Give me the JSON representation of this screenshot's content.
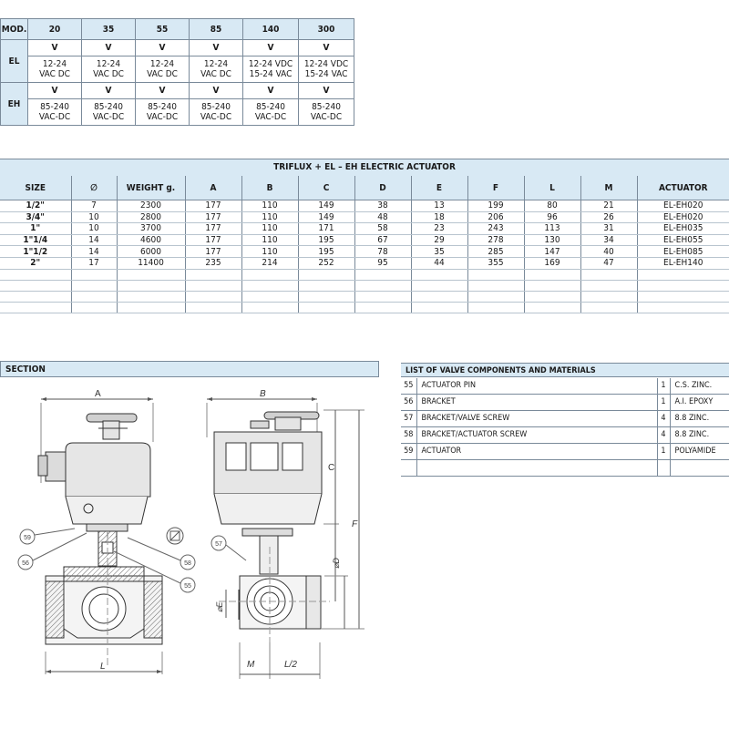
{
  "model_table": {
    "header_label": "MOD.",
    "models": [
      "20",
      "35",
      "55",
      "85",
      "140",
      "300"
    ],
    "rows": [
      {
        "label": "EL",
        "unit_row": [
          "V",
          "V",
          "V",
          "V",
          "V",
          "V"
        ],
        "values": [
          [
            "12-24",
            "VAC DC"
          ],
          [
            "12-24",
            "VAC DC"
          ],
          [
            "12-24",
            "VAC DC"
          ],
          [
            "12-24",
            "VAC DC"
          ],
          [
            "12-24 VDC",
            "15-24 VAC"
          ],
          [
            "12-24 VDC",
            "15-24 VAC"
          ]
        ]
      },
      {
        "label": "EH",
        "unit_row": [
          "V",
          "V",
          "V",
          "V",
          "V",
          "V"
        ],
        "values": [
          [
            "85-240",
            "VAC-DC"
          ],
          [
            "85-240",
            "VAC-DC"
          ],
          [
            "85-240",
            "VAC-DC"
          ],
          [
            "85-240",
            "VAC-DC"
          ],
          [
            "85-240",
            "VAC-DC"
          ],
          [
            "85-240",
            "VAC-DC"
          ]
        ]
      }
    ]
  },
  "dimension_table": {
    "title": "TRIFLUX  + EL – EH ELECTRIC ACTUATOR",
    "headers": [
      "SIZE",
      "∅",
      "WEIGHT g.",
      "A",
      "B",
      "C",
      "D",
      "E",
      "F",
      "L",
      "M",
      "ACTUATOR"
    ],
    "rows": [
      [
        "1/2\"",
        "7",
        "2300",
        "177",
        "110",
        "149",
        "38",
        "13",
        "199",
        "80",
        "21",
        "EL-EH020"
      ],
      [
        "3/4\"",
        "10",
        "2800",
        "177",
        "110",
        "149",
        "48",
        "18",
        "206",
        "96",
        "26",
        "EL-EH020"
      ],
      [
        "1\"",
        "10",
        "3700",
        "177",
        "110",
        "171",
        "58",
        "23",
        "243",
        "113",
        "31",
        "EL-EH035"
      ],
      [
        "1\"1/4",
        "14",
        "4600",
        "177",
        "110",
        "195",
        "67",
        "29",
        "278",
        "130",
        "34",
        "EL-EH055"
      ],
      [
        "1\"1/2",
        "14",
        "6000",
        "177",
        "110",
        "195",
        "78",
        "35",
        "285",
        "147",
        "40",
        "EL-EH085"
      ],
      [
        "2\"",
        "17",
        "11400",
        "235",
        "214",
        "252",
        "95",
        "44",
        "355",
        "169",
        "47",
        "EL-EH140"
      ]
    ],
    "empty_rows": 4
  },
  "section": {
    "title": "SECTION",
    "labels": {
      "a": "A",
      "b": "B",
      "c": "C",
      "f": "F",
      "d": "⌀D",
      "e": "⌀E",
      "l": "L",
      "m": "M",
      "l2": "L/2"
    },
    "callouts": [
      "59",
      "56",
      "58",
      "55",
      "57"
    ]
  },
  "components": {
    "title": "LIST OF VALVE COMPONENTS AND MATERIALS",
    "rows": [
      {
        "num": "55",
        "desc": "ACTUATOR PIN",
        "qty": "1",
        "mat": "C.S. ZINC."
      },
      {
        "num": "56",
        "desc": "BRACKET",
        "qty": "1",
        "mat": "A.I. EPOXY"
      },
      {
        "num": "57",
        "desc": "BRACKET/VALVE SCREW",
        "qty": "4",
        "mat": "8.8 ZINC."
      },
      {
        "num": "58",
        "desc": "BRACKET/ACTUATOR SCREW",
        "qty": "4",
        "mat": "8.8 ZINC."
      },
      {
        "num": "59",
        "desc": "ACTUATOR",
        "qty": "1",
        "mat": "POLYAMIDE"
      },
      {
        "num": "",
        "desc": "",
        "qty": "",
        "mat": ""
      }
    ]
  }
}
